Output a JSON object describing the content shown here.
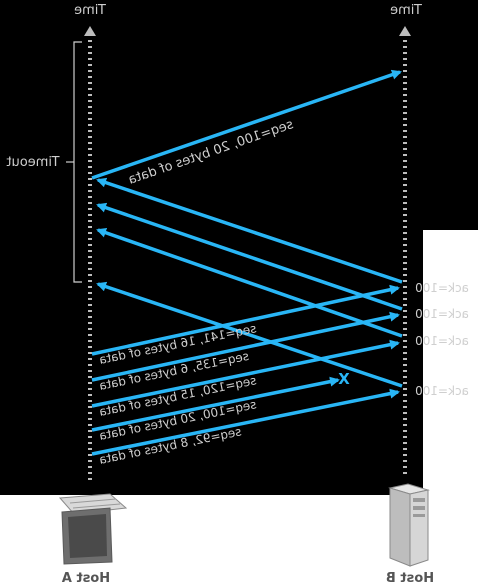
{
  "axis_labels": {
    "left": "Time",
    "right": "Time"
  },
  "timeout_label": "Timeout",
  "hosts": {
    "a": "Host A",
    "b": "Host B"
  },
  "segments": [
    {
      "label": "seq=92, 8 bytes of data"
    },
    {
      "label": "seq=100, 20 bytes of data",
      "lost_marker": "X"
    },
    {
      "label": "seq=120, 15 bytes of data"
    },
    {
      "label": "seq=135, 6 bytes of data"
    },
    {
      "label": "seq=141, 16 bytes of data"
    }
  ],
  "retransmission": {
    "label": "seq=100, 20 bytes of data"
  },
  "acks": [
    {
      "label": "ack=100"
    },
    {
      "label": "ack=100"
    },
    {
      "label": "ack=100"
    },
    {
      "label": "ack=100"
    }
  ],
  "colors": {
    "background_dark": "#000000",
    "arrow": "#29b6f6",
    "timeline_dots": "#bdbdbd",
    "text": "#cfcfcf",
    "host_icon": "#8a8a8a"
  }
}
